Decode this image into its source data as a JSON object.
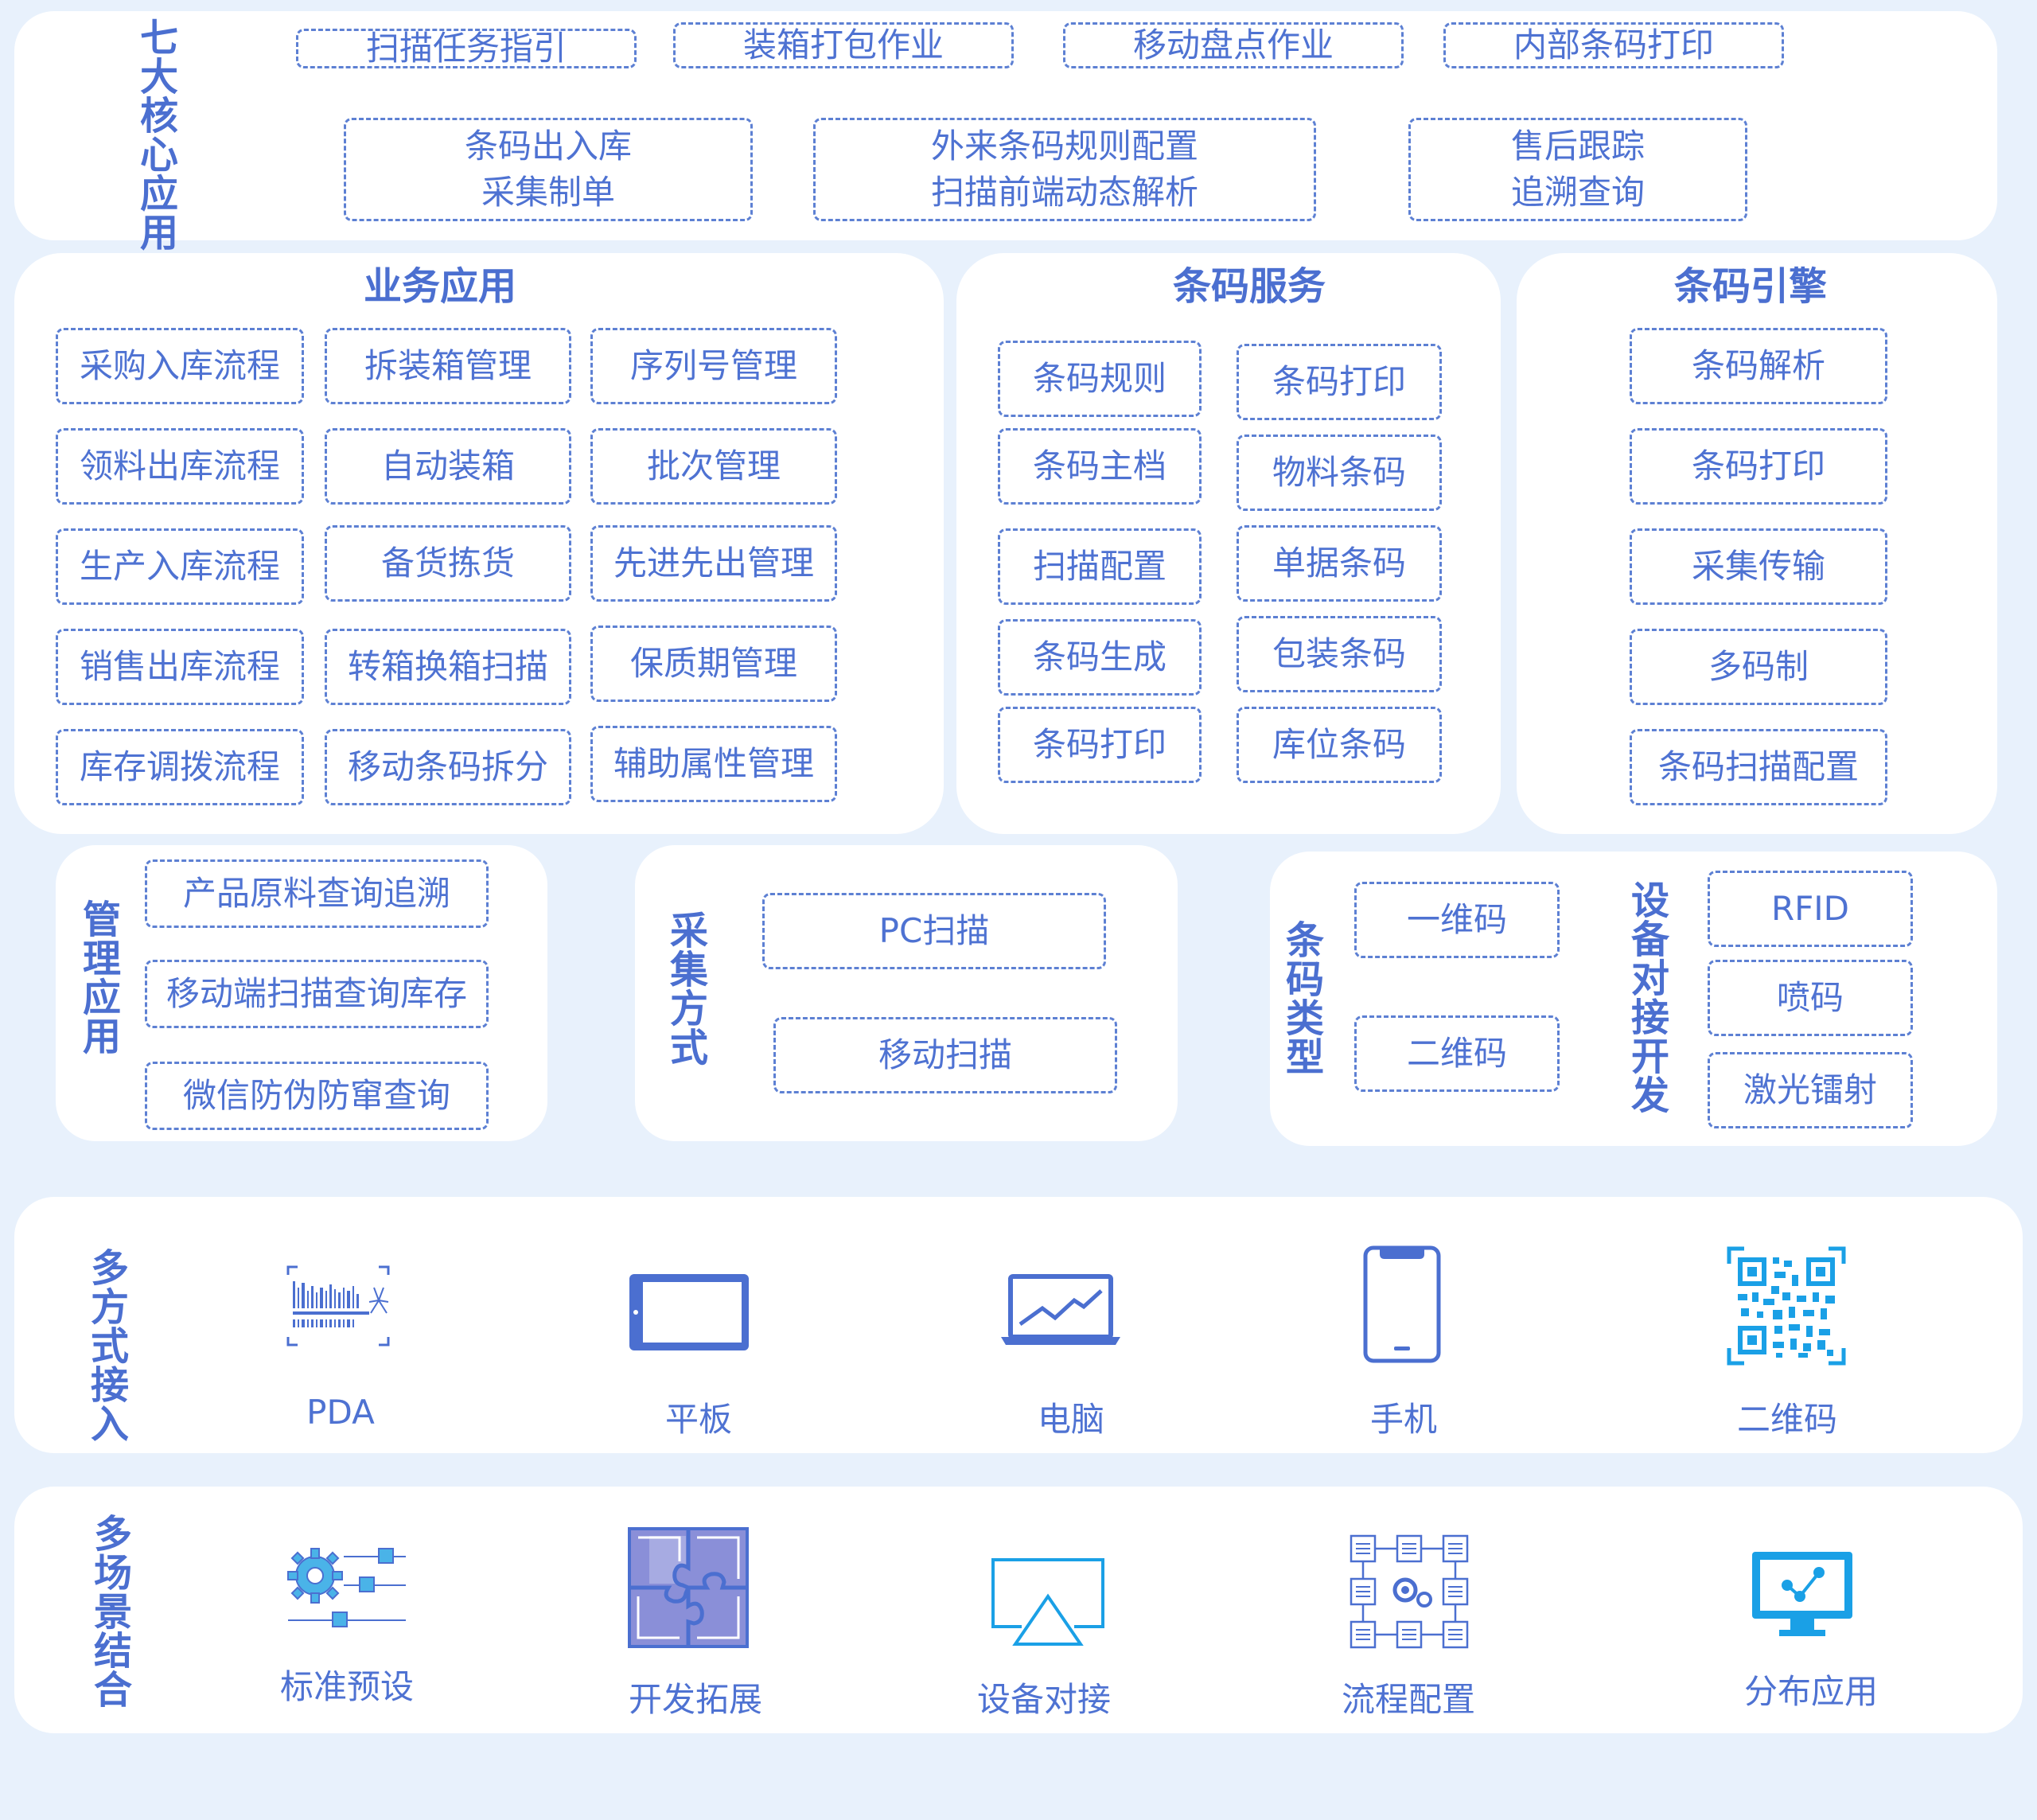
{
  "core": {
    "title": "七大核心应用",
    "row1": [
      "扫描任务指引",
      "装箱打包作业",
      "移动盘点作业",
      "内部条码打印"
    ],
    "row2": [
      [
        "条码出入库",
        "采集制单"
      ],
      [
        "外来条码规则配置",
        "扫描前端动态解析"
      ],
      [
        "售后跟踪",
        "追溯查询"
      ]
    ]
  },
  "business": {
    "title": "业务应用",
    "col1": [
      "采购入库流程",
      "领料出库流程",
      "生产入库流程",
      "销售出库流程",
      "库存调拨流程"
    ],
    "col2": [
      "拆装箱管理",
      "自动装箱",
      "备货拣货",
      "转箱换箱扫描",
      "移动条码拆分"
    ],
    "col3": [
      "序列号管理",
      "批次管理",
      "先进先出管理",
      "保质期管理",
      "辅助属性管理"
    ]
  },
  "barcode_service": {
    "title": "条码服务",
    "col1": [
      "条码规则",
      "条码主档",
      "扫描配置",
      "条码生成",
      "条码打印"
    ],
    "col2": [
      "条码打印",
      "物料条码",
      "单据条码",
      "包装条码",
      "库位条码"
    ]
  },
  "barcode_engine": {
    "title": "条码引擎",
    "items": [
      "条码解析",
      "条码打印",
      "采集传输",
      "多码制",
      "条码扫描配置"
    ]
  },
  "management": {
    "title": "管理应用",
    "items": [
      "产品原料查询追溯",
      "移动端扫描查询库存",
      "微信防伪防窜查询"
    ]
  },
  "collection": {
    "title": "采集方式",
    "items": [
      "PC扫描",
      "移动扫描"
    ]
  },
  "barcode_type": {
    "title": "条码类型",
    "items": [
      "一维码",
      "二维码"
    ]
  },
  "device": {
    "title": "设备对接开发",
    "items": [
      "RFID",
      "喷码",
      "激光镭射"
    ]
  },
  "access": {
    "title": "多方式接入",
    "items": [
      {
        "label": "PDA",
        "icon": "barcode-scanner-icon"
      },
      {
        "label": "平板",
        "icon": "tablet-icon"
      },
      {
        "label": "电脑",
        "icon": "laptop-icon"
      },
      {
        "label": "手机",
        "icon": "phone-icon"
      },
      {
        "label": "二维码",
        "icon": "qr-code-icon"
      }
    ]
  },
  "scenes": {
    "title": "多场景结合",
    "items": [
      {
        "label": "标准预设",
        "icon": "settings-preset-icon"
      },
      {
        "label": "开发拓展",
        "icon": "puzzle-icon"
      },
      {
        "label": "设备对接",
        "icon": "airplay-icon"
      },
      {
        "label": "流程配置",
        "icon": "workflow-icon"
      },
      {
        "label": "分布应用",
        "icon": "monitor-share-icon"
      }
    ]
  },
  "colors": {
    "primary": "#4b6fd0",
    "dashed_border": "#5d80d3",
    "accent": "#1aa0e6",
    "background": "#e8f1fc",
    "panel": "#ffffff"
  }
}
